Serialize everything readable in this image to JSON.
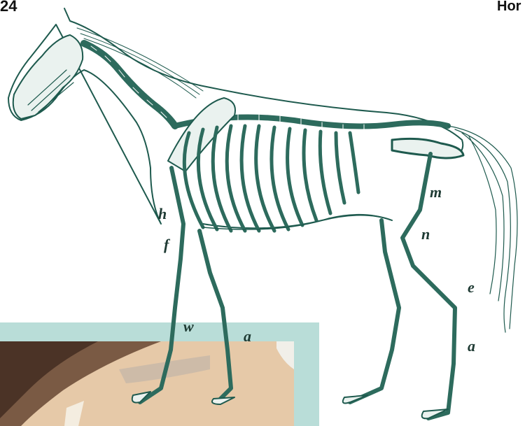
{
  "page": {
    "number": "24",
    "running_head": "Hor"
  },
  "figure": {
    "subject": "horse skeleton illustration",
    "line_color": "#1e5a4e",
    "labels": [
      "h",
      "f",
      "w",
      "a",
      "m",
      "n",
      "e",
      "a"
    ]
  },
  "inset": {
    "band_color": "#b9ddd8",
    "photo_tone": "#e4c6a6"
  }
}
